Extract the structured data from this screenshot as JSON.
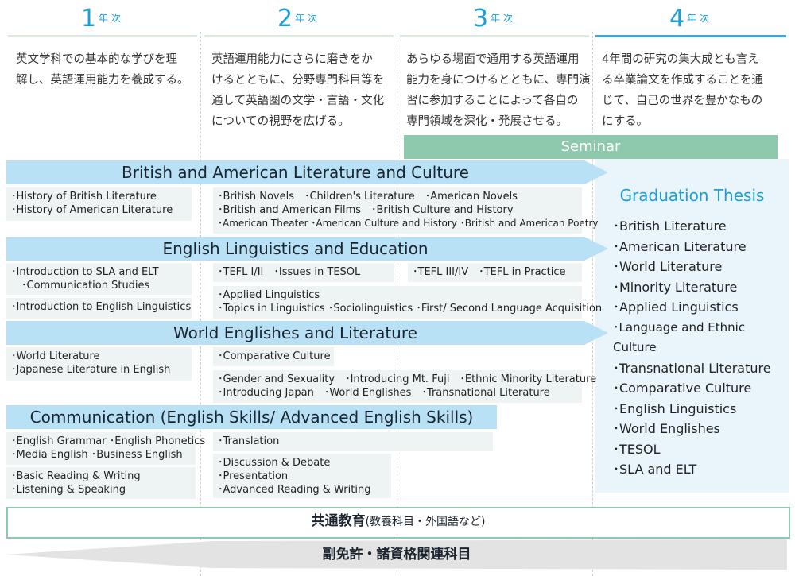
{
  "years": [
    {
      "num": "1",
      "nen": "年次",
      "desc": [
        "英文学科での基本的な学びを理",
        "解し、英語運用能力を養成する。"
      ]
    },
    {
      "num": "2",
      "nen": "年次",
      "desc": [
        "英語運用能力にさらに磨きをか",
        "けるとともに、分野専門科目等を",
        "通して英語圏の文学・言語・文化",
        "についての視野を広げる。"
      ]
    },
    {
      "num": "3",
      "nen": "年次",
      "desc": [
        "あらゆる場面で通用する英語運用",
        "能力を身につけるとともに、専門演",
        "習に参加することによって各自の",
        "専門領域を深化・発展させる。"
      ]
    },
    {
      "num": "4",
      "nen": "年次",
      "desc": [
        "4年間の研究の集大成とも言え",
        "る卒業論文を作成することを通",
        "じて、自己の世界を豊かなもの",
        "にする。"
      ]
    }
  ],
  "seminar": "Seminar",
  "bands": {
    "bal": "British and American Literature and Culture",
    "ele": "English Linguistics and Education",
    "wel": "World Englishes and Literature",
    "com": "Communication (English Skills/ Advanced English Skills)"
  },
  "boxes": {
    "bal1": [
      "･History of British Literature",
      "･History of American Literature"
    ],
    "bal2": [
      "･British Novels　･Children's Literature　･American Novels",
      "･British and American Films　･British Culture and History",
      "･American Theater ･American Culture and History ･British and American Poetry"
    ],
    "ele1": [
      "･Introduction to SLA and ELT",
      "　･Communication Studies"
    ],
    "ele2": [
      "･Introduction to English Linguistics"
    ],
    "ele3": [
      "･TEFL I/II　･Issues in TESOL"
    ],
    "ele4": [
      "･TEFL III/IV　･TEFL in Practice"
    ],
    "ele5": [
      "･Applied Linguistics",
      "･Topics in Linguistics ･Sociolinguistics ･First/ Second Language Acquisition"
    ],
    "wel1": [
      "･World Literature",
      "･Japanese Literature in English"
    ],
    "wel2": [
      "･Comparative Culture"
    ],
    "wel3": [
      "･Gender and Sexuality　･Introducing Mt. Fuji　･Ethnic Minority Literature",
      "･Introducing Japan　･World Englishes　･Transnational Literature"
    ],
    "com1": [
      "･English Grammar ･English Phonetics",
      "･Media English ･Business English"
    ],
    "com2": [
      "･Basic Reading & Writing",
      "･Listening & Speaking"
    ],
    "com3": [
      "･Translation"
    ],
    "com4": [
      "･Discussion & Debate",
      "･Presentation",
      "･Advanced Reading & Writing"
    ]
  },
  "graduation": {
    "title": "Graduation Thesis",
    "items": [
      "･British Literature",
      "･American Literature",
      "･World Literature",
      "･Minority Literature",
      "･Applied Linguistics",
      "･Language and Ethnic Culture",
      "･Transnational Literature",
      "･Comparative Culture",
      "･English Linguistics",
      "･World Englishes",
      "･TESOL",
      "･SLA and ELT"
    ]
  },
  "common": {
    "main": "共通教育",
    "sub": "(教養科目・外国語など)"
  },
  "bottom": "副免許・諸資格関連科目",
  "colors": {
    "accent_blue": "#1a9fd6",
    "band": "#b9e1f5",
    "seminar": "#8ec9ad",
    "box": "#eef4f4",
    "thesis_bg": "#e9f4fb",
    "bottom_grey": "#e3e3e3"
  }
}
